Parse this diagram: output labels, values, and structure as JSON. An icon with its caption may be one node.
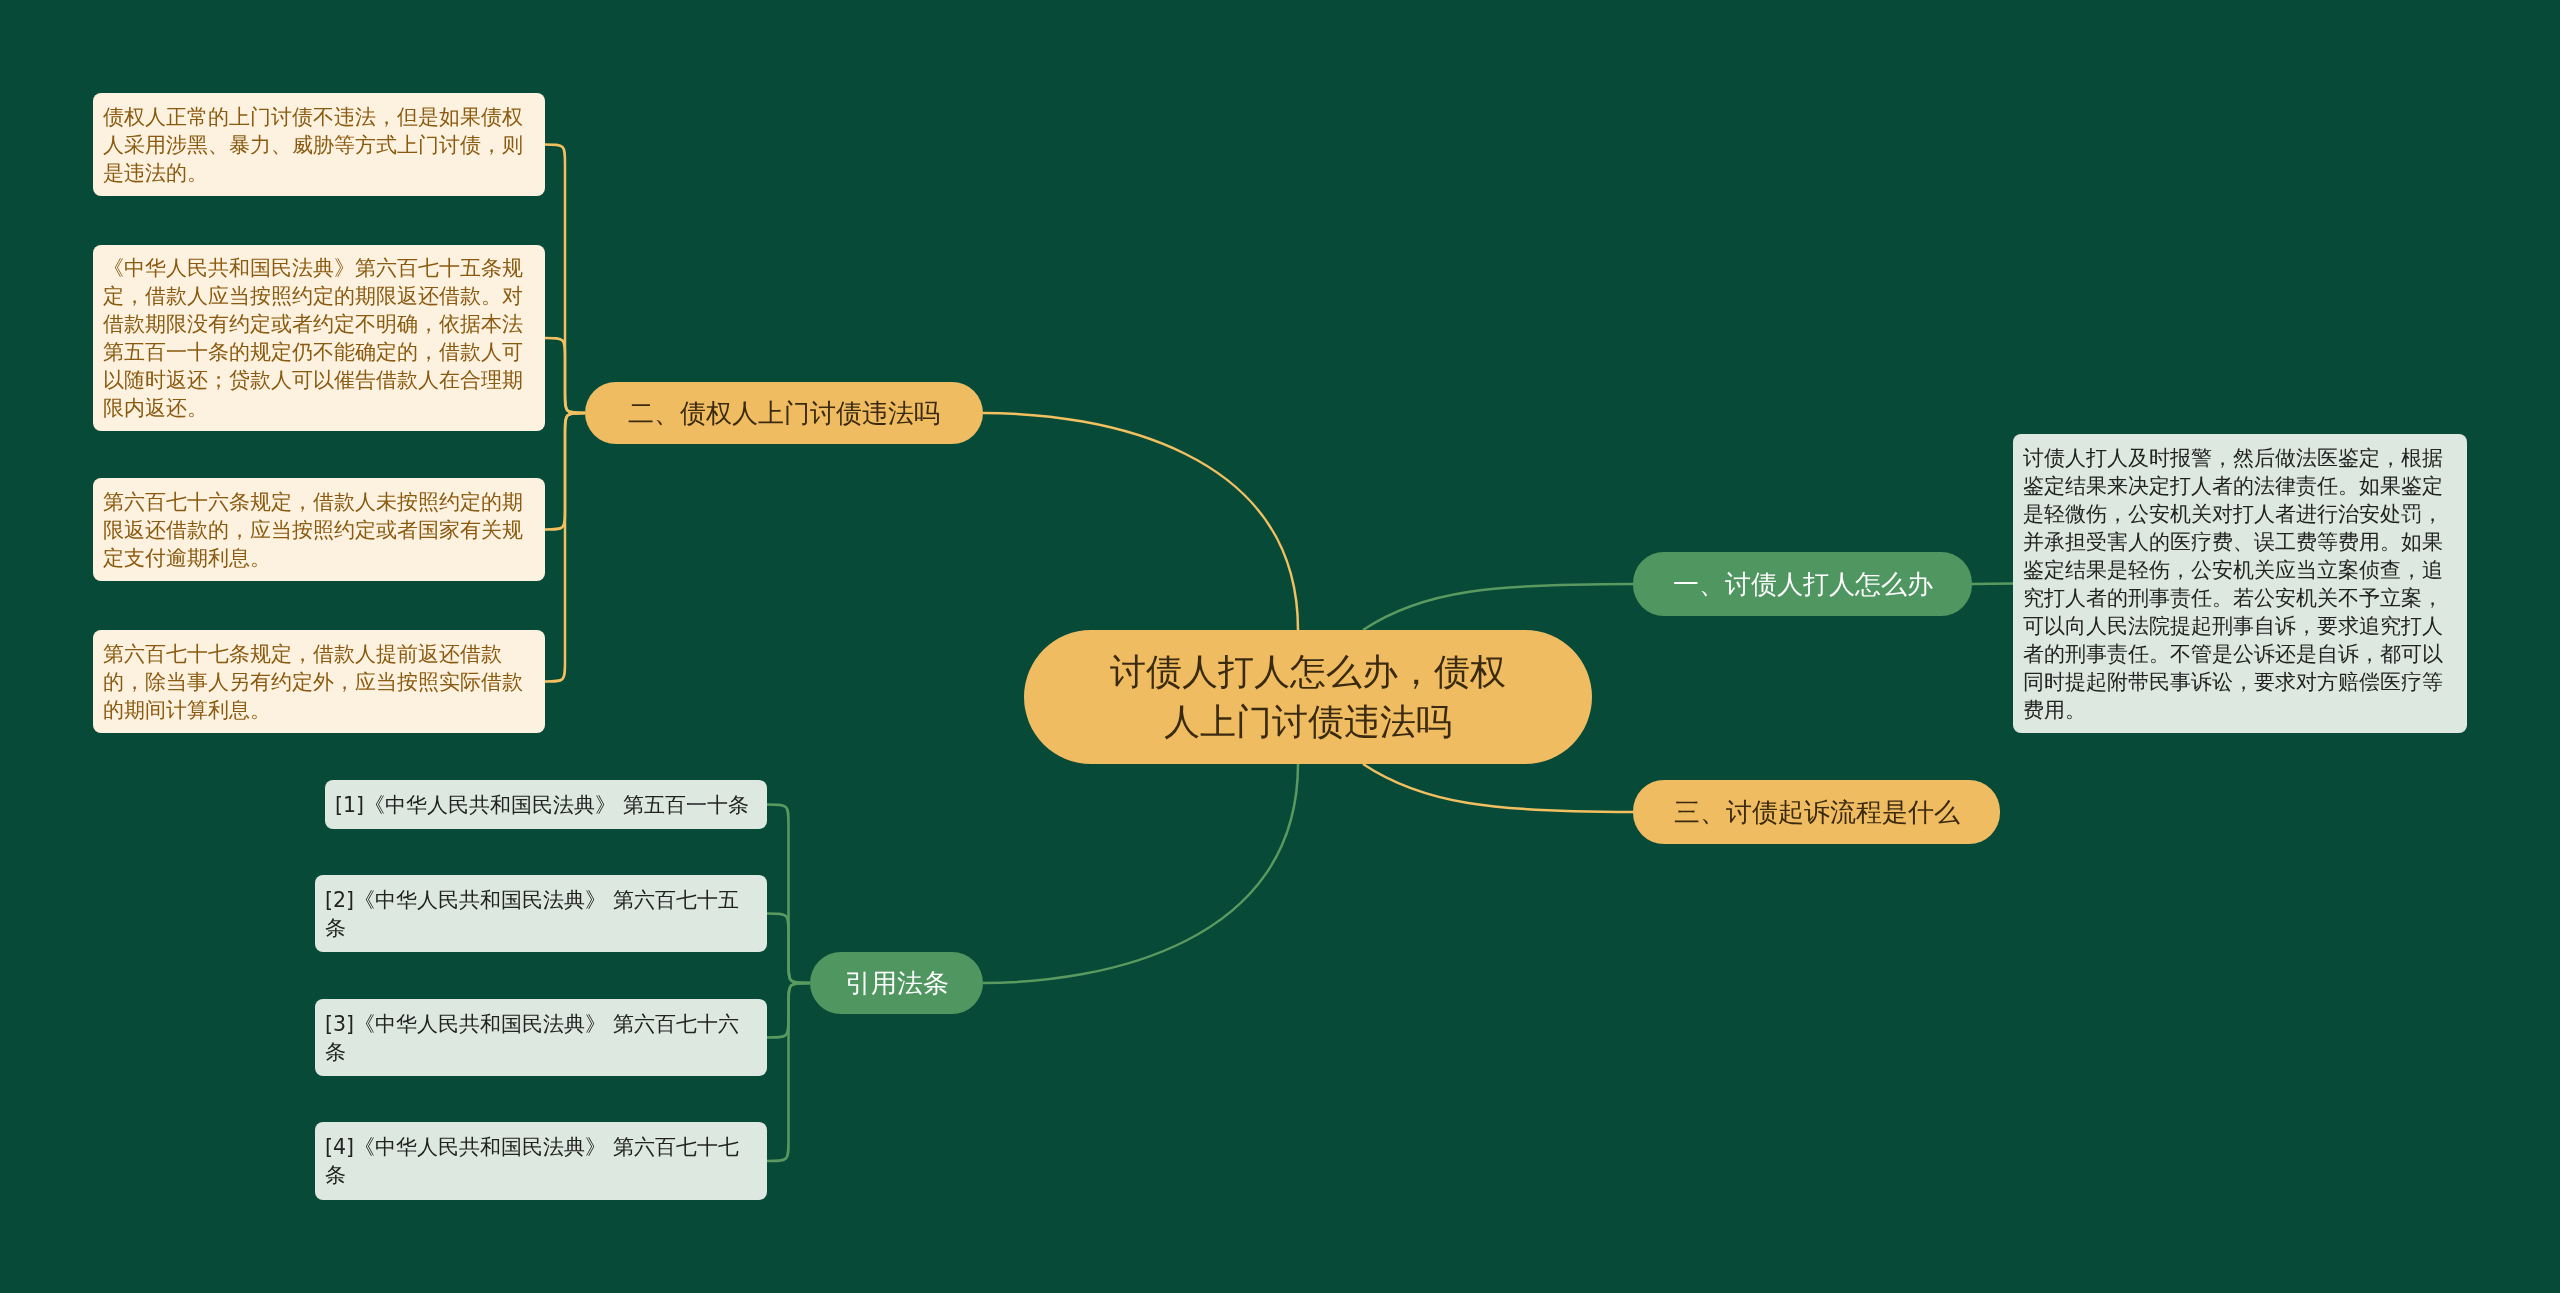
{
  "diagram": {
    "nodes": [
      {
        "text": [
          "讨债人打人怎么办，债权人上门讨债违法吗"
        ]
      },
      {
        "text": [
          "二、债权人上门讨债违法吗"
        ]
      },
      {
        "text": [
          "债权人正常的上门讨债不违法，但是如果债权人采用涉黑、暴力、威胁等方式上门讨债，则是违法的。"
        ]
      },
      {
        "text": [
          "《中华人民共和国民法典》第六百七十五条规定，借款人应当按照约定的期限返还借款。对借款期限没有约定或者约定不明确，依据本法第五百一十条的规定仍不能确定的，借款人可以随时返还；贷款人可以催告借款人在合理期限内返还。"
        ]
      },
      {
        "text": [
          "第六百七十六条规定，借款人未按照约定的期限返还借款的，应当按照约定或者国家有关规定支付逾期利息。"
        ]
      },
      {
        "text": [
          "第六百七十七条规定，借款人提前返还借款的，除当事人另有约定外，应当按照实际借款的期间计算利息。"
        ]
      },
      {
        "text": [
          "一、讨债人打人怎么办"
        ]
      },
      {
        "text": [
          "讨债人打人及时报警，然后做法医鉴定，根据鉴定结果来决定打人者的法律责任。如果鉴定是轻微伤，公安机关对打人者进行治安处罚，并承担受害人的医疗费、误工费等费用。如果鉴定结果是轻伤，公安机关应当立案侦查，追究打人者的刑事责任。若公安机关不予立案，可以向人民法院提起刑事自诉，要求追究打人者的刑事责任。不管是公诉还是自诉，都可以同时提起附带民事诉讼，要求对方赔偿医疗等费用。"
        ]
      },
      {
        "text": [
          "三、讨债起诉流程是什么"
        ]
      },
      {
        "text": [
          "引用法条"
        ]
      },
      {
        "text": [
          "[1]《中华人民共和国民法典》 第五百一十条"
        ]
      },
      {
        "text": [
          "[2]《中华人民共和国民法典》 第六百七十五条"
        ]
      },
      {
        "text": [
          "[3]《中华人民共和国民法典》 第六百七十六条"
        ]
      },
      {
        "text": [
          "[4]《中华人民共和国民法典》 第六百七十七条"
        ]
      }
    ],
    "edges": [
      {
        "from": 0,
        "to": 1,
        "arrow": "none",
        "color": "#f2c061"
      },
      {
        "from": 1,
        "to": 2,
        "arrow": "none",
        "color": "#f2c061"
      },
      {
        "from": 1,
        "to": 3,
        "arrow": "none",
        "color": "#f2c061"
      },
      {
        "from": 1,
        "to": 4,
        "arrow": "none",
        "color": "#f2c061"
      },
      {
        "from": 1,
        "to": 5,
        "arrow": "none",
        "color": "#f2c061"
      },
      {
        "from": 0,
        "to": 6,
        "arrow": "none"
      },
      {
        "from": 6,
        "to": 7,
        "arrow": "none"
      },
      {
        "from": 0,
        "to": 8,
        "arrow": "none",
        "color": "#f2c061"
      },
      {
        "from": 0,
        "to": 9,
        "arrow": "none"
      },
      {
        "from": 9,
        "to": 10,
        "arrow": "none"
      },
      {
        "from": 9,
        "to": 11,
        "arrow": "none"
      },
      {
        "from": 9,
        "to": 12,
        "arrow": "none"
      },
      {
        "from": 9,
        "to": 13,
        "arrow": "none"
      }
    ]
  }
}
